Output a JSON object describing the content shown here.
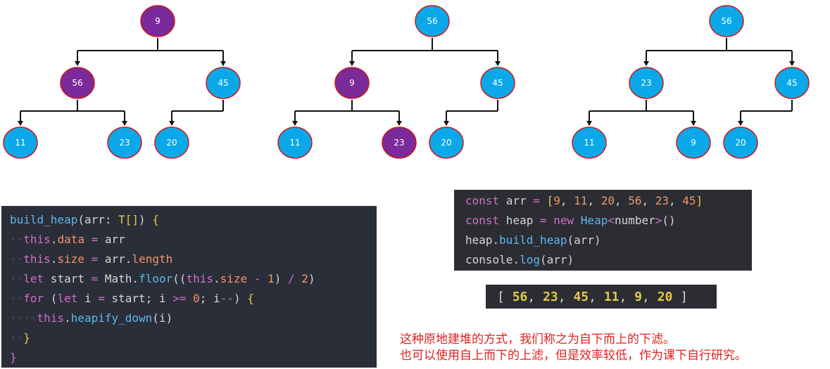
{
  "colors": {
    "node_blue": "#0aa8e8",
    "node_purple": "#7a2a9a",
    "node_border": "#d01818",
    "edge": "#111111",
    "note": "#e02020"
  },
  "trees": [
    {
      "nodes": [
        {
          "id": "root",
          "label": "9",
          "highlight": true
        },
        {
          "id": "l",
          "label": "56",
          "highlight": true
        },
        {
          "id": "r",
          "label": "45",
          "highlight": false
        },
        {
          "id": "ll",
          "label": "11",
          "highlight": false
        },
        {
          "id": "lr",
          "label": "23",
          "highlight": false
        },
        {
          "id": "rl",
          "label": "20",
          "highlight": false
        }
      ]
    },
    {
      "nodes": [
        {
          "id": "root",
          "label": "56",
          "highlight": false
        },
        {
          "id": "l",
          "label": "9",
          "highlight": true
        },
        {
          "id": "r",
          "label": "45",
          "highlight": false
        },
        {
          "id": "ll",
          "label": "11",
          "highlight": false
        },
        {
          "id": "lr",
          "label": "23",
          "highlight": true
        },
        {
          "id": "rl",
          "label": "20",
          "highlight": false
        }
      ]
    },
    {
      "nodes": [
        {
          "id": "root",
          "label": "56",
          "highlight": false
        },
        {
          "id": "l",
          "label": "23",
          "highlight": false
        },
        {
          "id": "r",
          "label": "45",
          "highlight": false
        },
        {
          "id": "ll",
          "label": "11",
          "highlight": false
        },
        {
          "id": "lr",
          "label": "9",
          "highlight": false
        },
        {
          "id": "rl",
          "label": "20",
          "highlight": false
        }
      ]
    }
  ],
  "build_heap_code": [
    {
      "indent": 0,
      "tokens": [
        [
          "fn",
          "build_heap"
        ],
        [
          "pl",
          "(arr: "
        ],
        [
          "ty",
          "T"
        ],
        [
          "br",
          "[]"
        ],
        [
          "pl",
          ") "
        ],
        [
          "br",
          "{"
        ]
      ]
    },
    {
      "indent": 1,
      "tokens": [
        [
          "this",
          "this"
        ],
        [
          "pl",
          "."
        ],
        [
          "prop",
          "data"
        ],
        [
          "pl",
          " "
        ],
        [
          "op",
          "="
        ],
        [
          "pl",
          " arr"
        ]
      ]
    },
    {
      "indent": 1,
      "tokens": [
        [
          "this",
          "this"
        ],
        [
          "pl",
          "."
        ],
        [
          "prop",
          "size"
        ],
        [
          "pl",
          " "
        ],
        [
          "op",
          "="
        ],
        [
          "pl",
          " arr."
        ],
        [
          "prop",
          "length"
        ]
      ]
    },
    {
      "indent": 1,
      "tokens": [
        [
          "kw",
          "let"
        ],
        [
          "pl",
          " start "
        ],
        [
          "op",
          "="
        ],
        [
          "pl",
          " Math."
        ],
        [
          "fn",
          "floor"
        ],
        [
          "pl",
          "(("
        ],
        [
          "this",
          "this"
        ],
        [
          "pl",
          "."
        ],
        [
          "prop",
          "size"
        ],
        [
          "pl",
          " "
        ],
        [
          "op",
          "-"
        ],
        [
          "pl",
          " "
        ],
        [
          "num",
          "1"
        ],
        [
          "pl",
          ") "
        ],
        [
          "op",
          "/"
        ],
        [
          "pl",
          " "
        ],
        [
          "num",
          "2"
        ],
        [
          "pl",
          ")"
        ]
      ]
    },
    {
      "indent": 1,
      "tokens": [
        [
          "kw",
          "for"
        ],
        [
          "pl",
          " ("
        ],
        [
          "kw",
          "let"
        ],
        [
          "pl",
          " i "
        ],
        [
          "op",
          "="
        ],
        [
          "pl",
          " start; i "
        ],
        [
          "op",
          ">="
        ],
        [
          "pl",
          " "
        ],
        [
          "num",
          "0"
        ],
        [
          "pl",
          "; i"
        ],
        [
          "op",
          "--"
        ],
        [
          "pl",
          ") "
        ],
        [
          "br",
          "{"
        ]
      ]
    },
    {
      "indent": 2,
      "tokens": [
        [
          "this",
          "this"
        ],
        [
          "pl",
          "."
        ],
        [
          "fn",
          "heapify_down"
        ],
        [
          "pl",
          "(i)"
        ]
      ]
    },
    {
      "indent": 1,
      "tokens": [
        [
          "br",
          "}"
        ]
      ]
    },
    {
      "indent": 0,
      "tokens": [
        [
          "kw",
          "}"
        ]
      ]
    }
  ],
  "usage_code": [
    {
      "indent": 0,
      "tokens": [
        [
          "kw",
          "const"
        ],
        [
          "pl",
          " arr "
        ],
        [
          "op",
          "="
        ],
        [
          "pl",
          " "
        ],
        [
          "br",
          "["
        ],
        [
          "num",
          "9"
        ],
        [
          "pl",
          ", "
        ],
        [
          "num",
          "11"
        ],
        [
          "pl",
          ", "
        ],
        [
          "num",
          "20"
        ],
        [
          "pl",
          ", "
        ],
        [
          "num",
          "56"
        ],
        [
          "pl",
          ", "
        ],
        [
          "num",
          "23"
        ],
        [
          "pl",
          ", "
        ],
        [
          "num",
          "45"
        ],
        [
          "br",
          "]"
        ]
      ]
    },
    {
      "indent": 0,
      "tokens": [
        [
          "kw",
          "const"
        ],
        [
          "pl",
          " heap "
        ],
        [
          "op",
          "="
        ],
        [
          "pl",
          " "
        ],
        [
          "kw",
          "new"
        ],
        [
          "pl",
          " "
        ],
        [
          "fn",
          "Heap"
        ],
        [
          "op",
          "<"
        ],
        [
          "pl",
          "number"
        ],
        [
          "op",
          ">"
        ],
        [
          "pl",
          "()"
        ]
      ]
    },
    {
      "indent": 0,
      "tokens": [
        [
          "pl",
          "heap."
        ],
        [
          "fn",
          "build_heap"
        ],
        [
          "pl",
          "(arr)"
        ]
      ]
    },
    {
      "indent": 0,
      "tokens": [
        [
          "pl",
          "console."
        ],
        [
          "fn",
          "log"
        ],
        [
          "pl",
          "(arr)"
        ]
      ]
    }
  ],
  "output": {
    "open": "[ ",
    "values": [
      "56",
      "23",
      "45",
      "11",
      "9",
      "20"
    ],
    "separator": ", ",
    "close": " ]"
  },
  "notes": [
    "这种原地建堆的方式，我们称之为自下而上的下滤。",
    "也可以使用自上而下的上滤，但是效率较低，作为课下自行研究。"
  ]
}
